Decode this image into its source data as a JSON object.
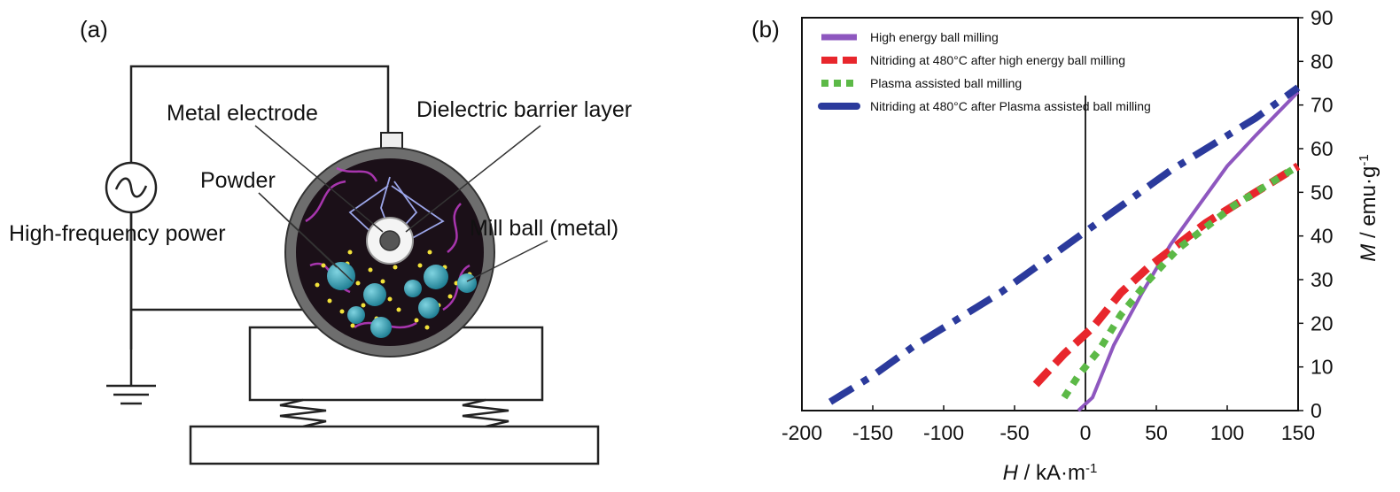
{
  "panel_a": {
    "label": "(a)",
    "labels": {
      "metal_electrode": "Metal electrode",
      "dielectric_barrier": "Dielectric barrier layer",
      "powder": "Powder",
      "mill_ball": "Mill ball (metal)",
      "power": "High-frequency power"
    }
  },
  "panel_b": {
    "label": "(b)"
  },
  "chart_data": {
    "type": "line",
    "xlabel_italic": "H",
    "xlabel_rest": " / kA·m",
    "xlabel_sup": "-1",
    "ylabel_italic": "M",
    "ylabel_rest": " / emu·g",
    "ylabel_sup": "-1",
    "xlim": [
      -200,
      150
    ],
    "ylim": [
      0,
      90
    ],
    "xticks": [
      "-200",
      "-150",
      "-100",
      "-50",
      "0",
      "50",
      "100",
      "150"
    ],
    "yticks": [
      "0",
      "10",
      "20",
      "30",
      "40",
      "50",
      "60",
      "70",
      "80",
      "90"
    ],
    "grid": false,
    "legend_position": "top-left",
    "series": [
      {
        "name": "High energy ball milling",
        "color": "#8e57bf",
        "style": "solid",
        "points": [
          [
            -5,
            0
          ],
          [
            5,
            3
          ],
          [
            20,
            15
          ],
          [
            40,
            27
          ],
          [
            60,
            38
          ],
          [
            80,
            47
          ],
          [
            100,
            56
          ],
          [
            120,
            63
          ],
          [
            150,
            73
          ]
        ]
      },
      {
        "name": "Nitriding at 480°C after high energy ball milling",
        "color": "#e8262c",
        "style": "dashed",
        "points": [
          [
            -35,
            6
          ],
          [
            -15,
            13
          ],
          [
            5,
            19
          ],
          [
            25,
            27
          ],
          [
            45,
            33
          ],
          [
            65,
            38
          ],
          [
            85,
            43
          ],
          [
            105,
            47
          ],
          [
            125,
            51
          ],
          [
            150,
            56
          ]
        ]
      },
      {
        "name": "Plasma assisted ball milling",
        "color": "#5cb947",
        "style": "dotted",
        "points": [
          [
            -15,
            3
          ],
          [
            -5,
            8
          ],
          [
            10,
            14
          ],
          [
            25,
            22
          ],
          [
            45,
            30
          ],
          [
            65,
            37
          ],
          [
            85,
            42
          ],
          [
            105,
            47
          ],
          [
            125,
            51
          ],
          [
            150,
            56
          ]
        ]
      },
      {
        "name": "Nitriding at 480°C after Plasma assisted ball milling",
        "color": "#2b3a9c",
        "style": "dashdot",
        "points": [
          [
            -180,
            2
          ],
          [
            -150,
            8
          ],
          [
            -120,
            15
          ],
          [
            -90,
            21
          ],
          [
            -60,
            27
          ],
          [
            -30,
            34
          ],
          [
            0,
            41
          ],
          [
            30,
            48
          ],
          [
            60,
            55
          ],
          [
            90,
            61
          ],
          [
            120,
            67
          ],
          [
            150,
            74
          ]
        ]
      }
    ]
  }
}
